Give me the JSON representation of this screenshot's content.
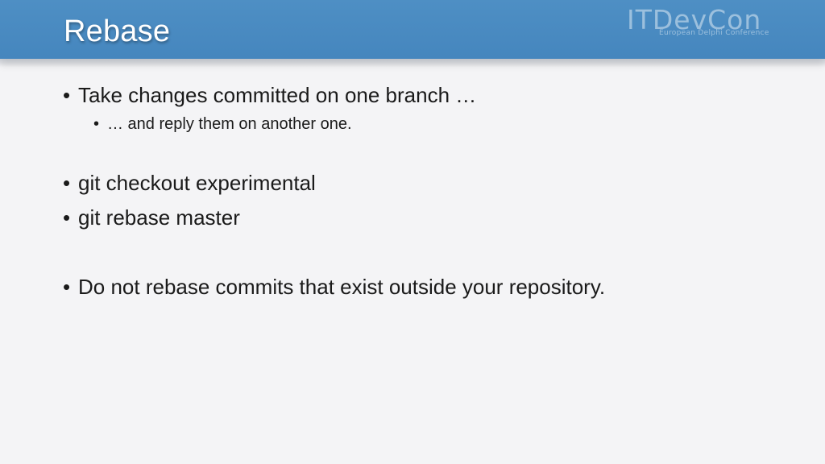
{
  "slide": {
    "title": "Rebase",
    "logo": {
      "main": "ITDevCon",
      "sub": "European Delphi Conference"
    },
    "bullet_glyph": "•",
    "bullets": [
      "Take changes committed on one branch …",
      "… and reply them on another one.",
      "git checkout experimental",
      "git rebase master",
      "Do not rebase commits that exist outside your repository."
    ]
  },
  "colors": {
    "header": "#4a8ac1",
    "background": "#f4f4f6",
    "title_text": "#ffffff",
    "body_text": "#1a1a1a"
  }
}
